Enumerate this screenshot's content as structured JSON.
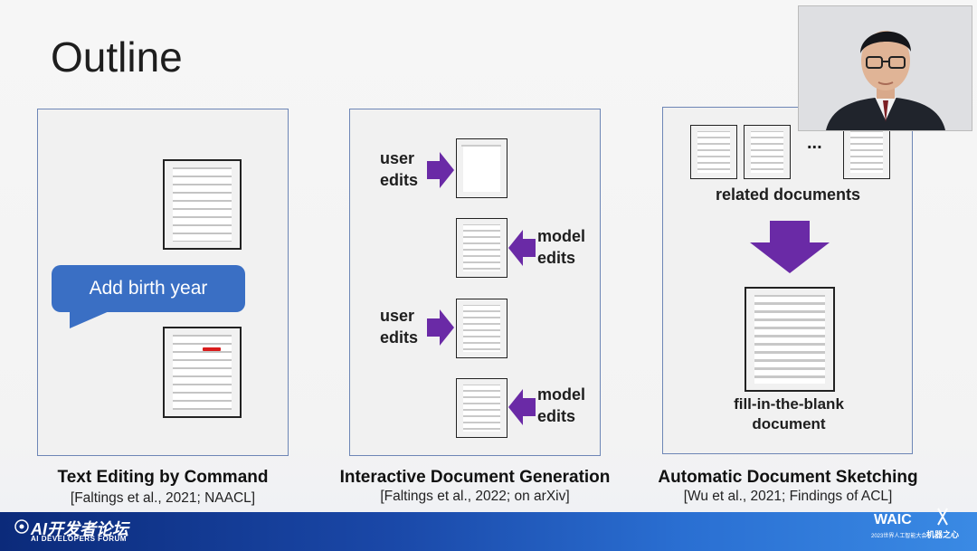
{
  "title": "Outline",
  "panels": [
    {
      "caption": "Text Editing by Command",
      "citation": "[Faltings et al., 2021; NAACL]",
      "bubble_text": "Add birth year"
    },
    {
      "caption": "Interactive Document Generation",
      "citation": "[Faltings et al., 2022; on arXiv]",
      "steps": [
        {
          "label_line1": "user",
          "label_line2": "edits"
        },
        {
          "label_line1": "model",
          "label_line2": "edits"
        },
        {
          "label_line1": "user",
          "label_line2": "edits"
        },
        {
          "label_line1": "model",
          "label_line2": "edits"
        }
      ]
    },
    {
      "caption": "Automatic Document Sketching",
      "citation": "[Wu et al., 2021; Findings of ACL]",
      "ellipsis": "...",
      "related_label": "related documents",
      "output_label_line1": "fill-in-the-blank",
      "output_label_line2": "document"
    }
  ],
  "footer": {
    "forum_name": "AI开发者论坛",
    "forum_sub": "AI DEVELOPERS FORUM",
    "waic": "WAIC",
    "waic_sub": "2023世界人工智能大会",
    "org": "机器之心"
  },
  "colors": {
    "arrow": "#6a2aa6",
    "bubble": "#3a6fc4",
    "highlight": "#d91c1c",
    "panel_border": "#6d86b6"
  }
}
